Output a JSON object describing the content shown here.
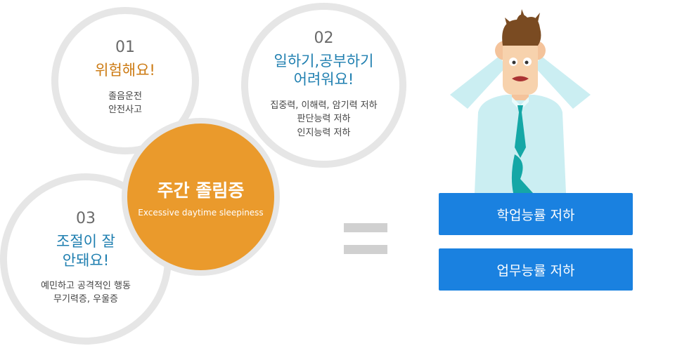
{
  "circle1": {
    "number": "01",
    "title": "위험해요!",
    "lines": [
      "졸음운전",
      "안전사고"
    ]
  },
  "circle2": {
    "number": "02",
    "title_lines": [
      "일하기,공부하기",
      "어려워요!"
    ],
    "lines": [
      "집중력, 이해력, 암기력 저하",
      "판단능력 저하",
      "인지능력 저하"
    ]
  },
  "circle3": {
    "number": "03",
    "title_lines": [
      "조절이 잘",
      "안돼요!"
    ],
    "lines": [
      "예민하고 공격적인 행동",
      "무기력증, 우울증"
    ]
  },
  "center": {
    "title": "주간 졸림증",
    "subtitle": "Excessive daytime sleepiness"
  },
  "results": [
    "학업능률 저하",
    "업무능률 저하"
  ],
  "colors": {
    "orange": "#ea9a2c",
    "blue": "#1a81e0",
    "ring": "#e6e6e6",
    "title_orange": "#cc7a12",
    "title_blue": "#1f7fb0"
  },
  "illustration": "stressed-man-icon"
}
